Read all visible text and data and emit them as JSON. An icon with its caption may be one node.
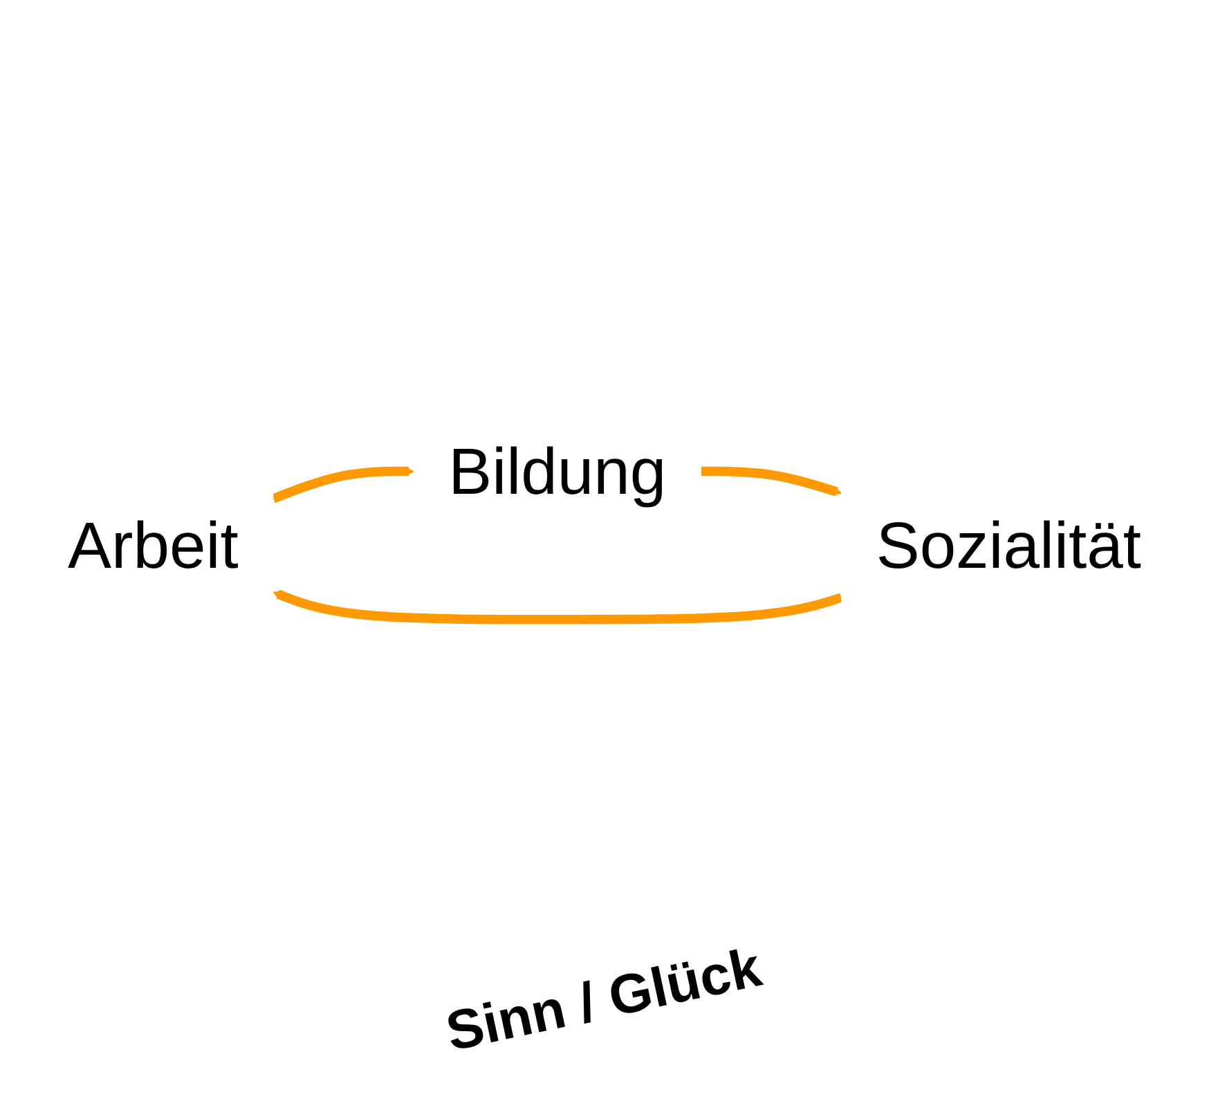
{
  "diagram": {
    "nodes": [
      {
        "text": [
          "Arbeit"
        ]
      },
      {
        "text": [
          "Bildung"
        ]
      },
      {
        "text": [
          "Sozialität"
        ]
      }
    ],
    "edges": [
      {
        "from": 0,
        "to": 1,
        "arrow": "to"
      },
      {
        "from": 1,
        "to": 2,
        "arrow": "to"
      },
      {
        "from": 2,
        "to": 0,
        "arrow": "to"
      }
    ],
    "labels": [
      "Sinn / Glück"
    ]
  }
}
